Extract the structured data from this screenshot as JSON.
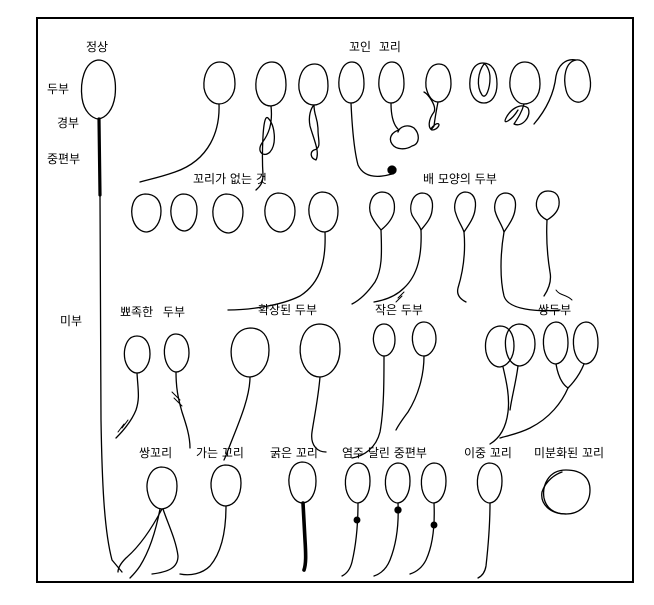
{
  "labels": {
    "normal": "정상",
    "head": "두부",
    "neck": "경부",
    "midpiece": "중편부",
    "tail": "미부",
    "coiled_tail": "꼬인 꼬리",
    "no_tail": "꼬리가 없는 것",
    "pear_head": "배 모양의 두부",
    "pointed_head": "뾰족한 두부",
    "enlarged_head": "확장된 두부",
    "small_head": "작은 두부",
    "double_head": "쌍두부",
    "double_tail": "쌍꼬리",
    "thin_tail": "가는 꼬리",
    "thick_tail": "굵은 꼬리",
    "beaded_midpiece": "염주 달린 중편부",
    "double_tail2": "이중 꼬리",
    "undeveloped_tail": "미분화된 꼬리"
  }
}
